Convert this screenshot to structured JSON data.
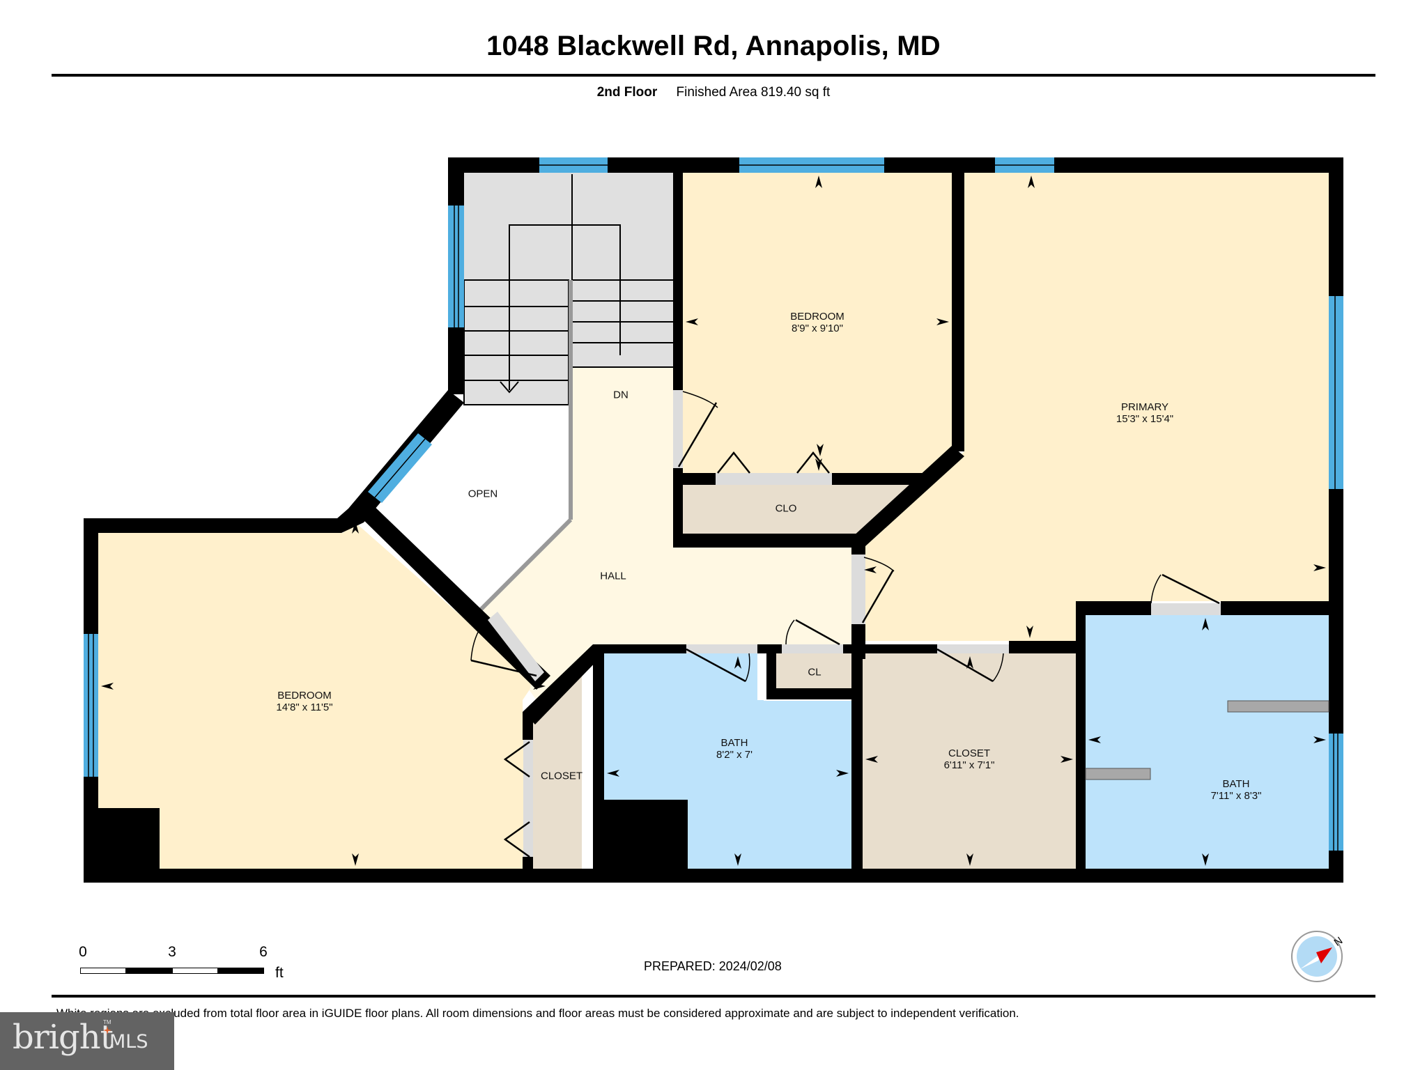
{
  "header": {
    "title": "1048 Blackwell Rd, Annapolis, MD",
    "floor": "2nd Floor",
    "finished_area": "Finished Area 819.40 sq ft"
  },
  "rooms": {
    "bedroom_front": {
      "name": "BEDROOM",
      "dims": "8'9\" x 9'10\""
    },
    "primary": {
      "name": "PRIMARY",
      "dims": "15'3\" x 15'4\""
    },
    "bedroom_left": {
      "name": "BEDROOM",
      "dims": "14'8\" x 11'5\""
    },
    "bath_hall": {
      "name": "BATH",
      "dims": "8'2\" x 7'"
    },
    "closet_primary": {
      "name": "CLOSET",
      "dims": "6'11\" x 7'1\""
    },
    "bath_primary": {
      "name": "BATH",
      "dims": "7'11\" x 8'3\""
    },
    "closet_left": {
      "name": "CLOSET"
    },
    "clo": {
      "name": "CLO"
    },
    "cl": {
      "name": "CL"
    },
    "hall": {
      "name": "HALL"
    },
    "open": {
      "name": "OPEN"
    },
    "stairs": {
      "name": "DN"
    }
  },
  "colors": {
    "bedroom": "#FFF0CC",
    "hall": "#FFF8E3",
    "closet": "#E8DECD",
    "bath": "#BDE3FB",
    "stairs": "#E0E0E0",
    "window": "#4FAEE0",
    "wall": "#000000",
    "door_threshold": "#DCDCDC"
  },
  "scale_bar": {
    "ticks": [
      "0",
      "3",
      "6"
    ],
    "unit": "ft"
  },
  "footer": {
    "prepared": "PREPARED: 2024/02/08",
    "disclaimer": "White regions are excluded from total floor area in iGUIDE floor plans. All room dimensions and floor areas must be considered approximate and are subject to independent verification.",
    "compass_label": "N",
    "logo_word": "bright",
    "logo_suffix": "MLS",
    "logo_tm": "TM"
  }
}
